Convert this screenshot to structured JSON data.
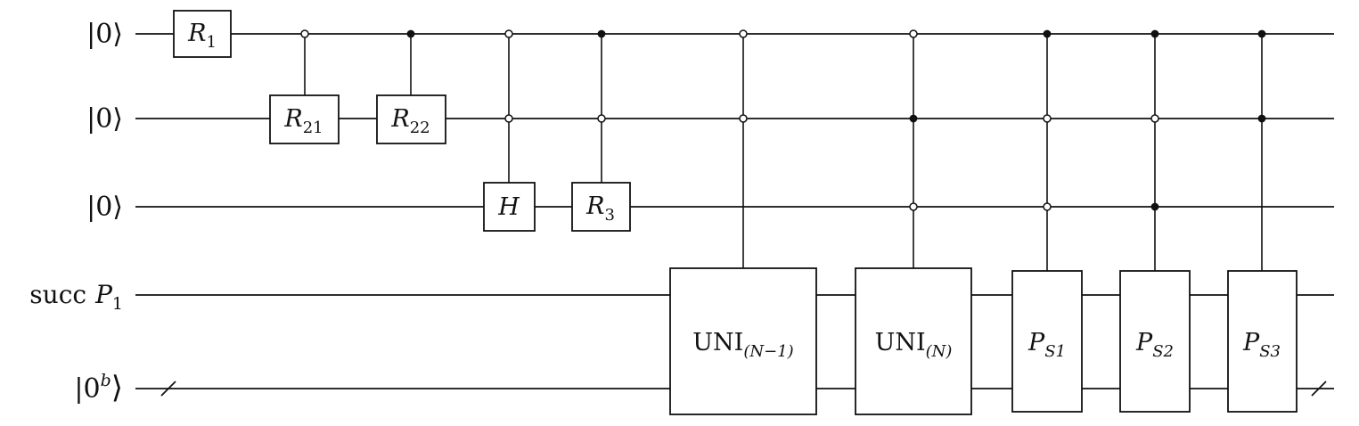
{
  "diagram": {
    "type": "quantum-circuit",
    "wire_labels": [
      {
        "id": "q1",
        "text": "|0⟩"
      },
      {
        "id": "q2",
        "text": "|0⟩"
      },
      {
        "id": "q3",
        "text": "|0⟩"
      },
      {
        "id": "succ",
        "text": "succ",
        "var": "P",
        "sub": "1"
      },
      {
        "id": "anc",
        "text": "|0",
        "sup": "b",
        "close": "⟩"
      }
    ],
    "gates": {
      "r1": {
        "main": "R",
        "sub": "1"
      },
      "r21": {
        "main": "R",
        "sub": "21"
      },
      "r22": {
        "main": "R",
        "sub": "22"
      },
      "h": {
        "main": "H"
      },
      "r3": {
        "main": "R",
        "sub": "3"
      },
      "uni_n1": {
        "main": "UNI",
        "sub": "(N−1)"
      },
      "uni_n": {
        "main": "UNI",
        "sub": "(N)"
      },
      "ps1": {
        "main": "P",
        "sub": "S1"
      },
      "ps2": {
        "main": "P",
        "sub": "S2"
      },
      "ps3": {
        "main": "P",
        "sub": "S3"
      }
    }
  }
}
